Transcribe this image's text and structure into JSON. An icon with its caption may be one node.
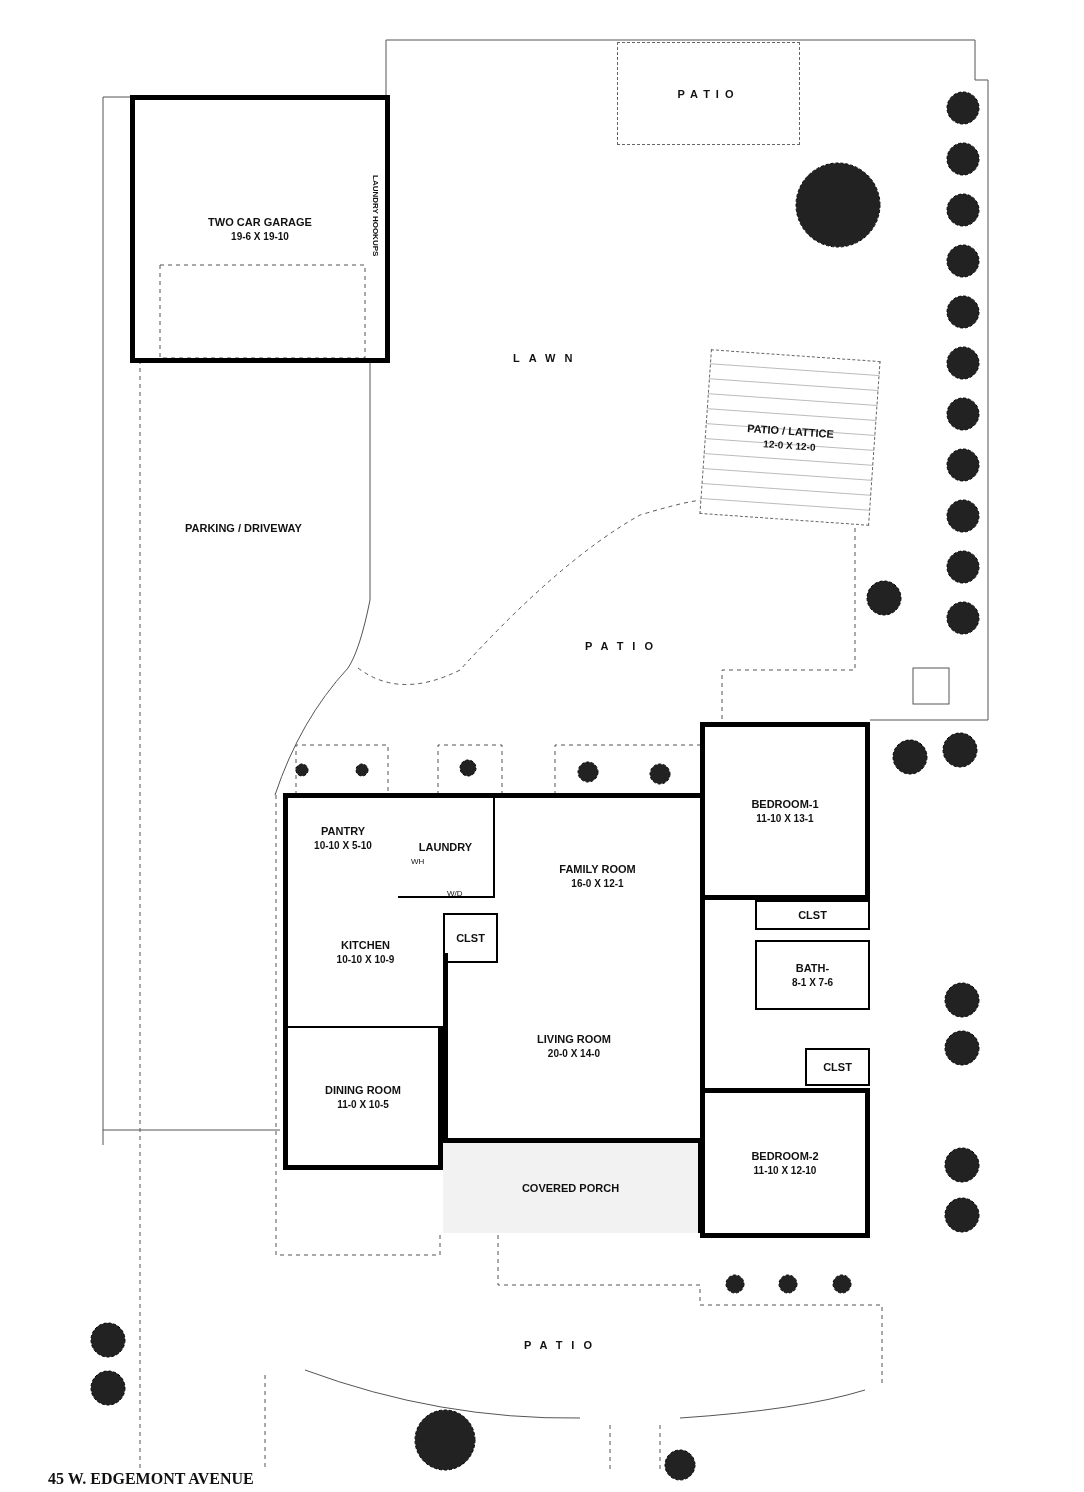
{
  "diagram": {
    "caption": "45 W. EDGEMONT AVENUE",
    "nodes": [
      {
        "text": [
          "TWO CAR GARAGE",
          "19-6 X 19-10"
        ]
      },
      {
        "text": [
          "PATIO"
        ]
      },
      {
        "text": [
          "PATIO / LATTICE",
          "12-0 X 12-0"
        ]
      },
      {
        "text": [
          "PANTRY",
          "10-10 X 5-10"
        ]
      },
      {
        "text": [
          "LAUNDRY"
        ]
      },
      {
        "text": [
          "FAMILY ROOM",
          "16-0 X 12-1"
        ]
      },
      {
        "text": [
          "BEDROOM-1",
          "11-10 X 13-1"
        ]
      },
      {
        "text": [
          "KITCHEN",
          "10-10 X 10-9"
        ]
      },
      {
        "text": [
          "CLST"
        ]
      },
      {
        "text": [
          "CLST"
        ]
      },
      {
        "text": [
          "BATH-",
          "8-1 X 7-6"
        ]
      },
      {
        "text": [
          "LIVING ROOM",
          "20-0 X 14-0"
        ]
      },
      {
        "text": [
          "CLST"
        ]
      },
      {
        "text": [
          "DINING ROOM",
          "11-0 X 10-5"
        ]
      },
      {
        "text": [
          "COVERED PORCH"
        ]
      },
      {
        "text": [
          "BEDROOM-2",
          "11-10 X 12-10"
        ]
      }
    ],
    "labels": [
      "LAUNDRY HOOKUPS",
      "LAWN",
      "PARKING / DRIVEWAY",
      "WH",
      "W/D",
      "PATIO",
      "PATIO"
    ]
  }
}
